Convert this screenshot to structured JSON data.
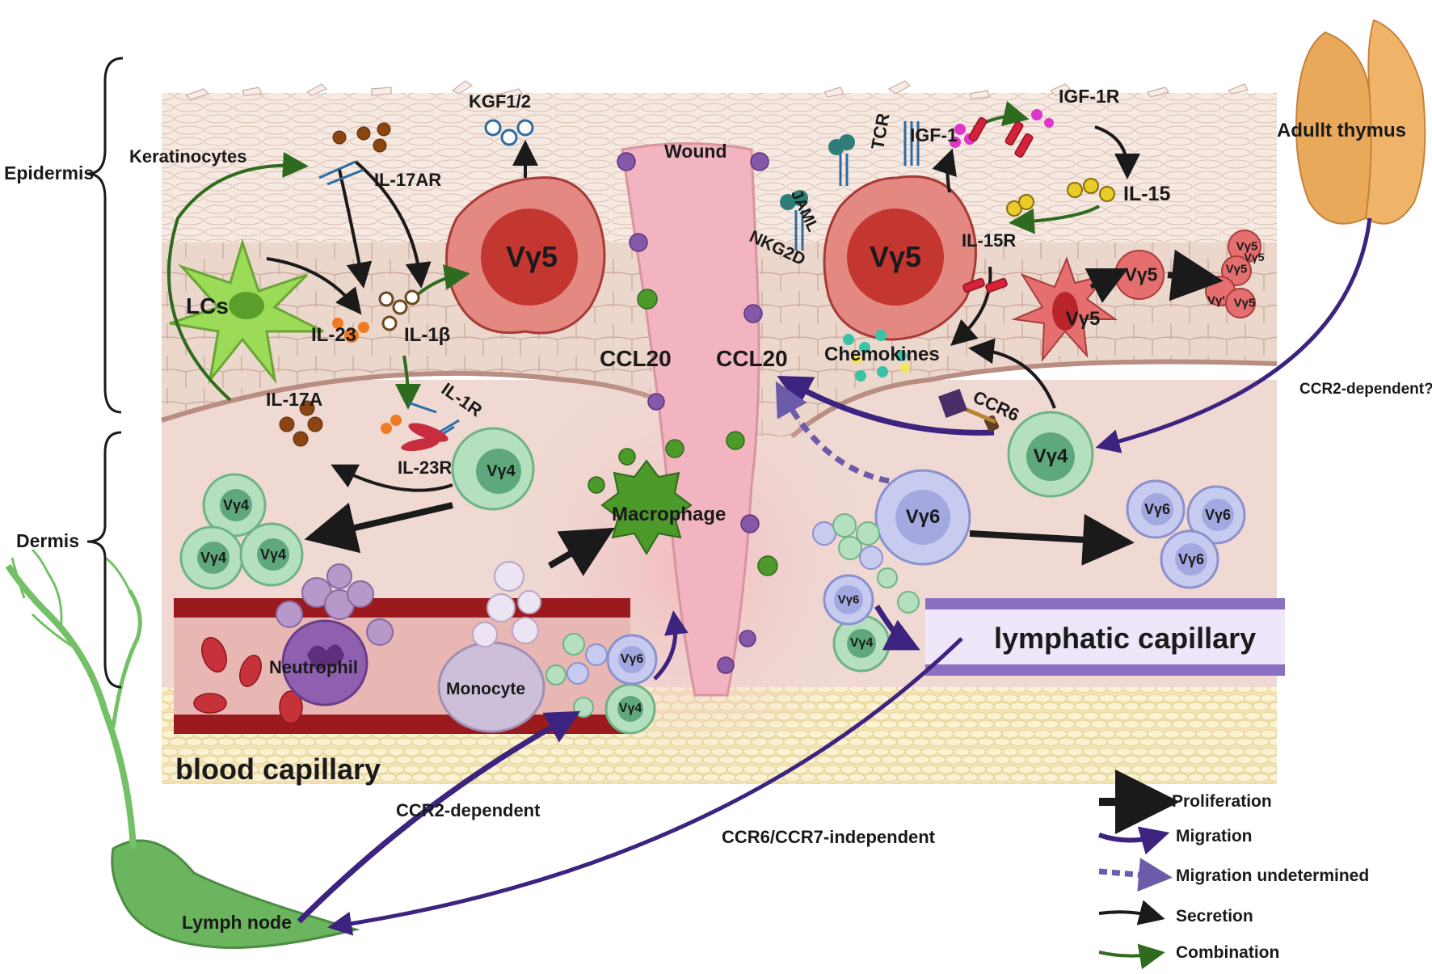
{
  "regions": {
    "epidermis": "Epidermis",
    "dermis": "Dermis"
  },
  "labels": {
    "keratinocytes": "Keratinocytes",
    "kgf": "KGF1/2",
    "il17ar": "IL-17AR",
    "lcs": "LCs",
    "il23": "IL-23",
    "il1b": "IL-1β",
    "il1r": "IL-1R",
    "il23r": "IL-23R",
    "il17a": "IL-17A",
    "wound": "Wound",
    "ccl20_left": "CCL20",
    "ccl20_right": "CCL20",
    "macrophage": "Macrophage",
    "neutrophil": "Neutrophil",
    "monocyte": "Monocyte",
    "blood_capillary": "blood capillary",
    "lymphatic_capillary": "lymphatic capillary",
    "tcr": "TCR",
    "jaml": "JAML",
    "nkg2d": "NKG2D",
    "igf1": "IGF-1",
    "igf1r": "IGF-1R",
    "il15": "IL-15",
    "il15r": "IL-15R",
    "chemokines": "Chemokines",
    "ccr6": "CCR6",
    "adult_thymus": "Adullt thymus",
    "ccr2_dependent_q": "CCR2-dependent?",
    "ccr2_dependent": "CCR2-dependent",
    "ccr6_ccr7_independent": "CCR6/CCR7-independent",
    "lymph_node": "Lymph node"
  },
  "cells": {
    "vg5_left": "Vγ5",
    "vg5_right": "Vγ5",
    "vg5_dendritic": "Vγ5",
    "vg5_prolif": "Vγ5",
    "vg5_cluster_a": "Vγ5",
    "vg5_cluster_b": "Vγ5",
    "vg5_cluster_c": "Vγ5",
    "vg5_cluster_d": "Vγ5",
    "vg5_cluster_e": "Vγ'",
    "vg4_left": "Vγ4",
    "vg4_left_a": "Vγ4",
    "vg4_left_b": "Vγ4",
    "vg4_left_c": "Vγ4",
    "vg4_right": "Vγ4",
    "vg4_lymph": "Vγ4",
    "vg4_blood": "Vγ4",
    "vg6_main": "Vγ6",
    "vg6_a": "Vγ6",
    "vg6_b": "Vγ6",
    "vg6_c": "Vγ6",
    "vg6_lymph": "Vγ6",
    "vg6_blood": "Vγ6"
  },
  "legend": [
    {
      "label": "Proliferation",
      "color": "#1a1a1a"
    },
    {
      "label": "Migration",
      "color": "#3b237f"
    },
    {
      "label": "Migration undetermined",
      "color": "#6b5ba8"
    },
    {
      "label": "Secretion",
      "color": "#1a1a1a"
    },
    {
      "label": "Combination",
      "color": "#2e6b1f"
    }
  ],
  "colors": {
    "migration": "#3b237f",
    "combination": "#2e6b1f",
    "vg5": "#d9534f",
    "vg4": "#9fd3ae",
    "vg6": "#b9bde8"
  }
}
